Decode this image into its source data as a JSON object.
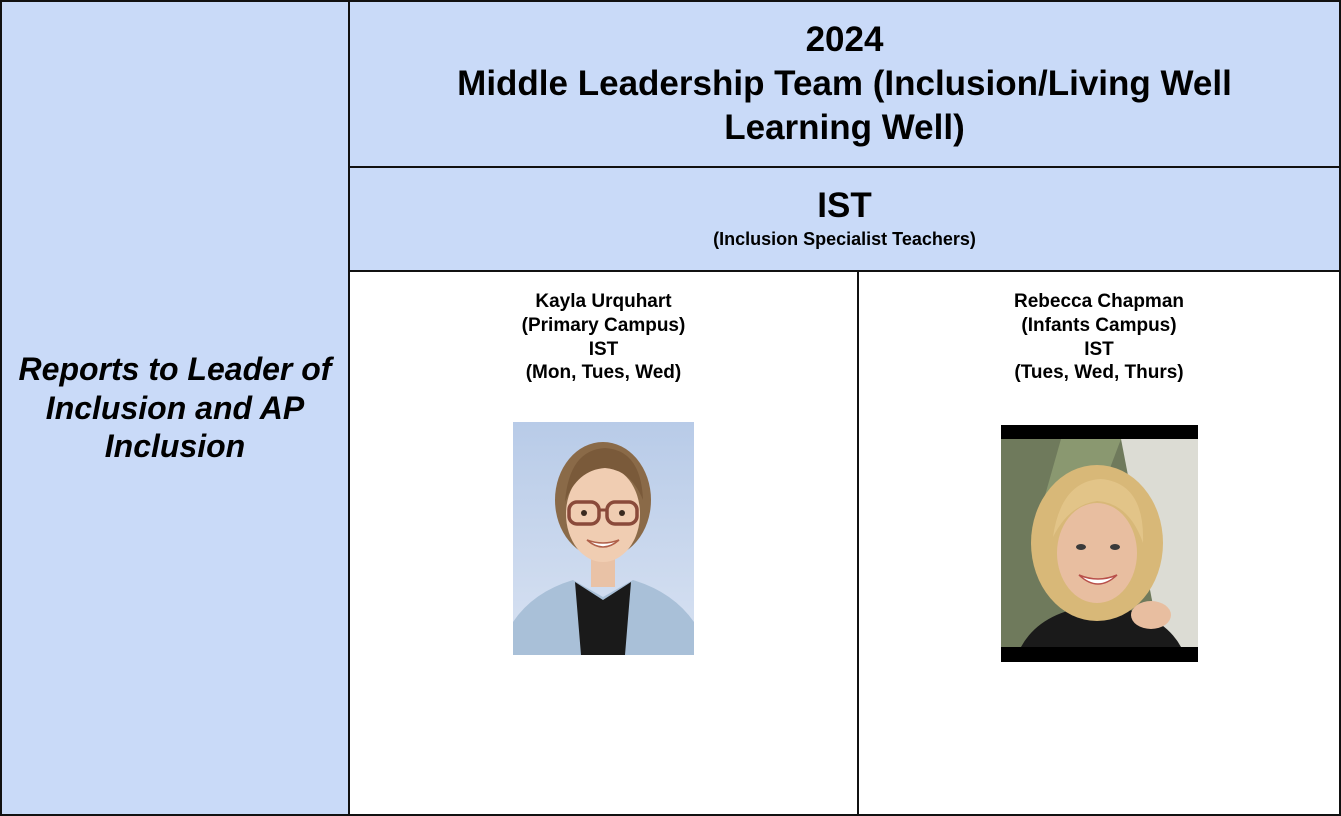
{
  "side": {
    "text": "Reports to Leader of Inclusion and AP Inclusion"
  },
  "header": {
    "year": "2024",
    "title": "Middle Leadership Team (Inclusion/Living Well Learning Well)"
  },
  "team": {
    "title": "IST",
    "subtitle": "(Inclusion Specialist Teachers)"
  },
  "people": [
    {
      "name": "Kayla Urquhart",
      "campus": "(Primary Campus)",
      "role": "IST",
      "days": "(Mon, Tues, Wed)"
    },
    {
      "name": "Rebecca Chapman",
      "campus": "(Infants Campus)",
      "role": "IST",
      "days": "(Tues, Wed, Thurs)"
    }
  ],
  "colors": {
    "header_fill": "#c9daf8",
    "border": "#111111",
    "background": "#ffffff"
  }
}
